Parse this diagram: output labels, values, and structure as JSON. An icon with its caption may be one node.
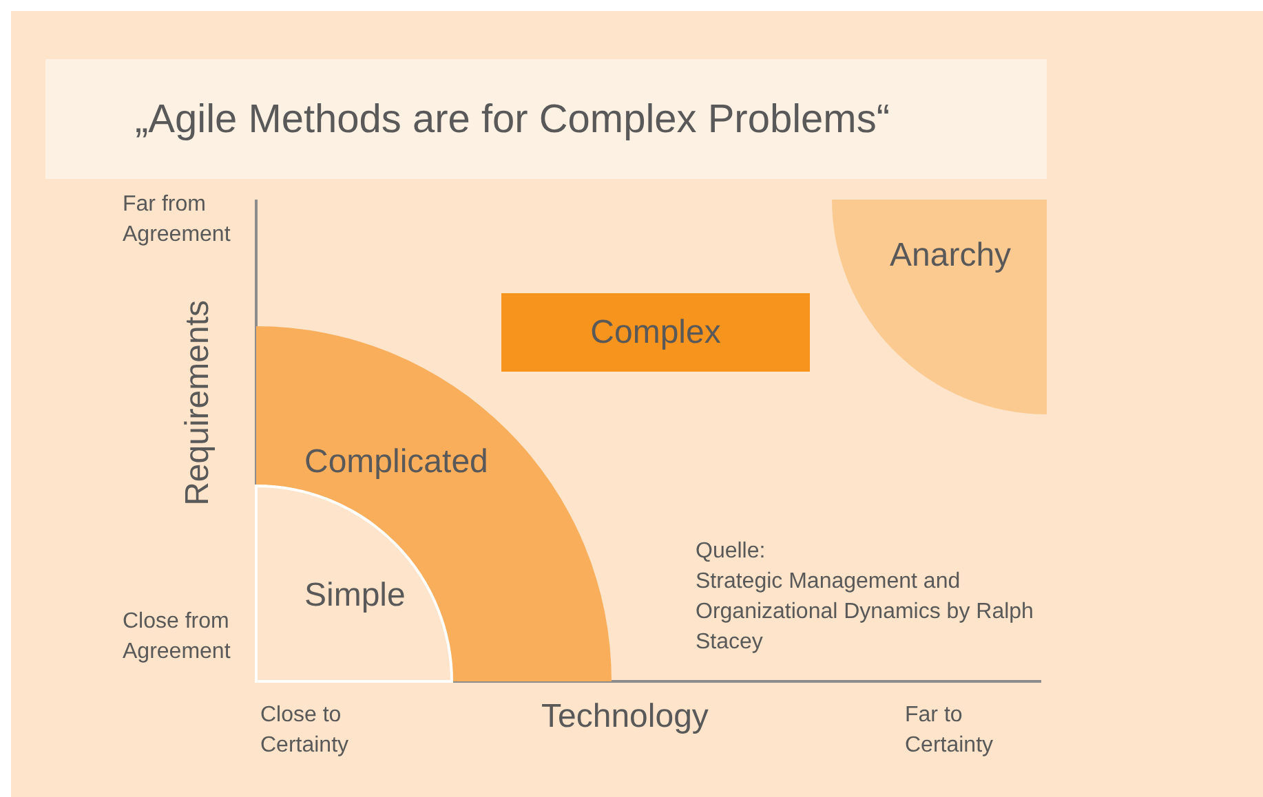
{
  "diagram": {
    "title": "„Agile Methods are for Complex Problems“",
    "nodes": [
      {
        "text": [
          "Anarchy"
        ]
      },
      {
        "text": [
          "Complex"
        ]
      },
      {
        "text": [
          "Complicated"
        ]
      },
      {
        "text": [
          "Simple"
        ]
      }
    ],
    "labels": [
      "Far from Agreement",
      "Requirements",
      "Close from Agreement",
      "Quelle:",
      "Strategic Management and Organizational Dynamics by Ralph Stacey",
      "Close to Certainty",
      "Technology",
      "Far to Certainty"
    ]
  }
}
